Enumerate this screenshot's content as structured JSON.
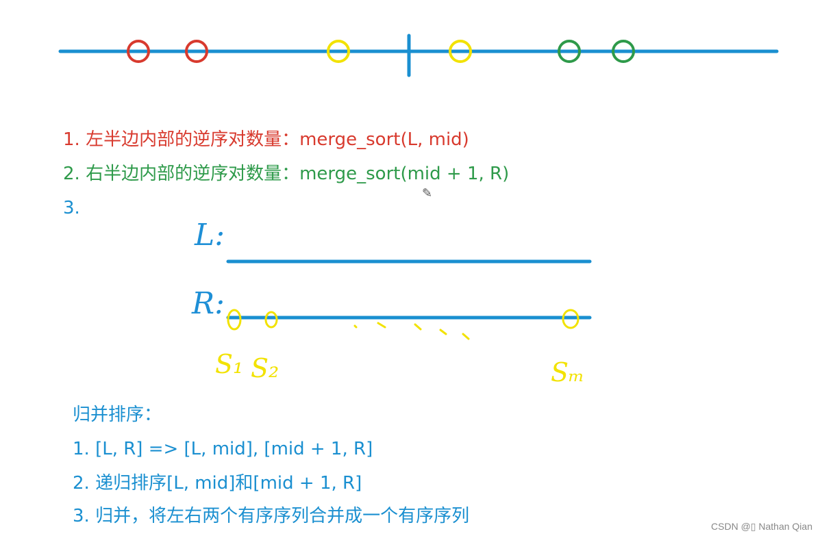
{
  "colors": {
    "line": "#1a8fd0",
    "red": "#d83a2e",
    "yellow": "#f2e200",
    "green": "#2e9a4a",
    "text_blue": "#1a8fd0"
  },
  "number_line": {
    "circles": [
      "red",
      "red",
      "yellow",
      "yellow",
      "green",
      "green"
    ],
    "divider": true
  },
  "items": {
    "item1": "1. 左半边内部的逆序对数量：merge_sort(L, mid)",
    "item2": "2. 右半边内部的逆序对数量：merge_sort(mid + 1, R)",
    "item3": "3."
  },
  "sketch": {
    "l_label": "L:",
    "r_label": "R:",
    "s1": "S₁",
    "s2": "S₂",
    "sm": "Sₘ"
  },
  "notes": {
    "heading": "归并排序：",
    "step1": "1. [L, R] => [L, mid], [mid + 1, R]",
    "step2": "2. 递归排序[L, mid]和[mid + 1, R]",
    "step3": "3. 归并，将左右两个有序序列合并成一个有序序列"
  },
  "watermark": "CSDN @▯ Nathan Qian",
  "pencil_icon": "pencil-cursor-icon"
}
